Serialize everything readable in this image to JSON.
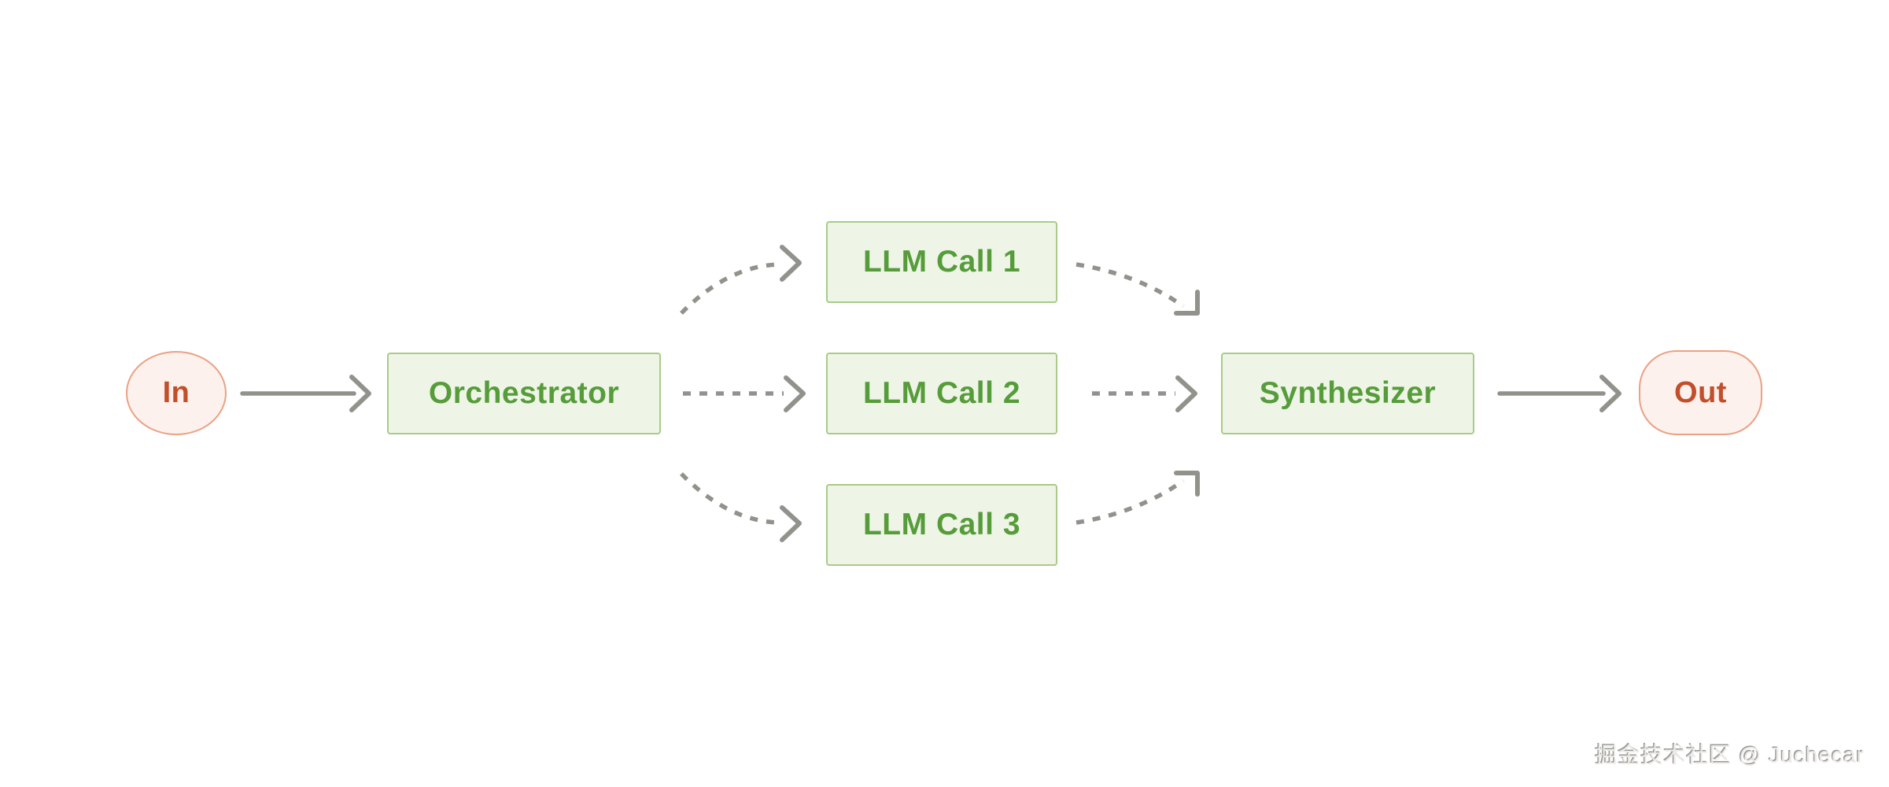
{
  "colors": {
    "background": "#ffffff",
    "green_fill": "#eef5e7",
    "green_border": "#a8cb88",
    "green_text": "#579c3b",
    "red_fill": "#fcf1ec",
    "red_border": "#eaa184",
    "red_text": "#c24f2b",
    "arrow_gray": "#92928d",
    "watermark_shadow": "#9c9c98",
    "watermark_fill": "#edebe8"
  },
  "nodes": {
    "in": {
      "label": "In",
      "shape": "circle"
    },
    "orchestrator": {
      "label": "Orchestrator",
      "shape": "rect"
    },
    "llm_call_1": {
      "label": "LLM Call 1",
      "shape": "rect"
    },
    "llm_call_2": {
      "label": "LLM Call 2",
      "shape": "rect"
    },
    "llm_call_3": {
      "label": "LLM Call 3",
      "shape": "rect"
    },
    "synthesizer": {
      "label": "Synthesizer",
      "shape": "rect"
    },
    "out": {
      "label": "Out",
      "shape": "pill"
    }
  },
  "edges": [
    {
      "from": "in",
      "to": "orchestrator",
      "style": "solid"
    },
    {
      "from": "orchestrator",
      "to": "llm_call_1",
      "style": "dashed-curve"
    },
    {
      "from": "orchestrator",
      "to": "llm_call_2",
      "style": "dashed-straight"
    },
    {
      "from": "orchestrator",
      "to": "llm_call_3",
      "style": "dashed-curve"
    },
    {
      "from": "llm_call_1",
      "to": "synthesizer",
      "style": "dashed-curve"
    },
    {
      "from": "llm_call_2",
      "to": "synthesizer",
      "style": "dashed-straight"
    },
    {
      "from": "llm_call_3",
      "to": "synthesizer",
      "style": "dashed-curve"
    },
    {
      "from": "synthesizer",
      "to": "out",
      "style": "solid"
    }
  ],
  "watermark": {
    "text": "掘金技术社区 @ Juchecar"
  }
}
